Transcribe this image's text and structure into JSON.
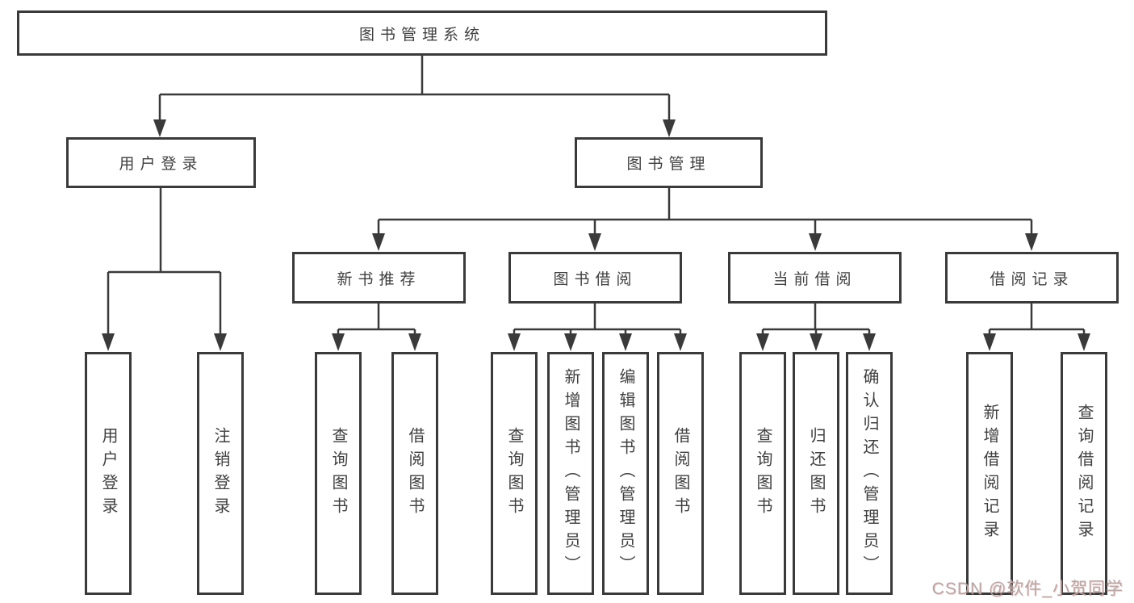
{
  "diagram": {
    "root": {
      "label": "图书管理系统"
    },
    "branches": [
      {
        "label": "用户登录",
        "children": [
          {
            "label": "用户登录"
          },
          {
            "label": "注销登录"
          }
        ]
      },
      {
        "label": "图书管理",
        "children": [
          {
            "label": "新书推荐",
            "children": [
              {
                "label": "查询图书"
              },
              {
                "label": "借阅图书"
              }
            ]
          },
          {
            "label": "图书借阅",
            "children": [
              {
                "label": "查询图书"
              },
              {
                "label": "新增图书（管理员）"
              },
              {
                "label": "编辑图书（管理员）"
              },
              {
                "label": "借阅图书"
              }
            ]
          },
          {
            "label": "当前借阅",
            "children": [
              {
                "label": "查询图书"
              },
              {
                "label": "归还图书"
              },
              {
                "label": "确认归还（管理员）"
              }
            ]
          },
          {
            "label": "借阅记录",
            "children": [
              {
                "label": "新增借阅记录"
              },
              {
                "label": "查询借阅记录"
              }
            ]
          }
        ]
      }
    ],
    "watermark": "CSDN @软件_小贺同学",
    "colors": {
      "line": "#3a3a3a",
      "text": "#3f3f3f",
      "background": "#ffffff",
      "watermark": "#b5a8a8"
    }
  }
}
